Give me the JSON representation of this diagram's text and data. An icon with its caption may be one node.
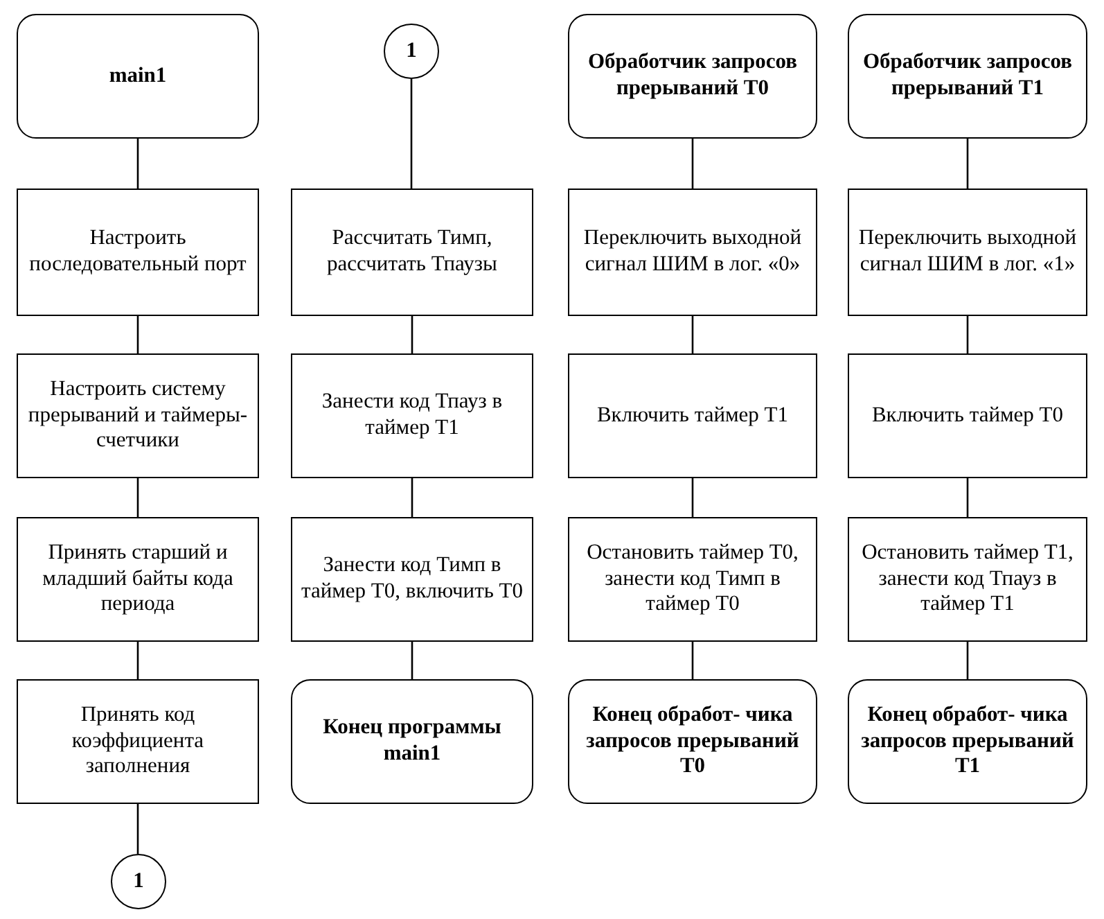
{
  "diagram": {
    "nodes": [
      {
        "text": [
          "main1"
        ]
      },
      {
        "text": [
          "Настроить последовательный порт"
        ]
      },
      {
        "text": [
          "Настроить систему прерываний и таймеры-счетчики"
        ]
      },
      {
        "text": [
          "Принять старший и младший байты кода периода"
        ]
      },
      {
        "text": [
          "Принять код коэффициента заполнения"
        ]
      },
      {
        "text": [
          "1"
        ]
      },
      {
        "text": [
          "1"
        ]
      },
      {
        "text": [
          "Рассчитать Тимп, рассчитать Тпаузы"
        ]
      },
      {
        "text": [
          "Занести код Тпауз в таймер Т1"
        ]
      },
      {
        "text": [
          "Занести код Тимп в таймер Т0, включить Т0"
        ]
      },
      {
        "text": [
          "Конец программы main1"
        ]
      },
      {
        "text": [
          "Обработчик запросов прерываний Т0"
        ]
      },
      {
        "text": [
          "Переключить выходной сигнал ШИМ в лог. «0»"
        ]
      },
      {
        "text": [
          "Включить таймер Т1"
        ]
      },
      {
        "text": [
          "Остановить таймер Т0, занести код Тимп в таймер Т0"
        ]
      },
      {
        "text": [
          "Конец обработ- чика запросов прерываний Т0"
        ]
      },
      {
        "text": [
          "Обработчик запросов прерываний Т1"
        ]
      },
      {
        "text": [
          "Переключить выходной сигнал ШИМ в лог. «1»"
        ]
      },
      {
        "text": [
          "Включить таймер Т0"
        ]
      },
      {
        "text": [
          "Остановить таймер Т1, занести код Тпауз в таймер Т1"
        ]
      },
      {
        "text": [
          "Конец обработ- чика запросов прерываний Т1"
        ]
      }
    ],
    "edges": [
      {
        "from": 0,
        "to": 1,
        "arrow": "none"
      },
      {
        "from": 1,
        "to": 2,
        "arrow": "none"
      },
      {
        "from": 2,
        "to": 3,
        "arrow": "none"
      },
      {
        "from": 3,
        "to": 4,
        "arrow": "none"
      },
      {
        "from": 4,
        "to": 5,
        "arrow": "none"
      },
      {
        "from": 6,
        "to": 7,
        "arrow": "none"
      },
      {
        "from": 7,
        "to": 8,
        "arrow": "none"
      },
      {
        "from": 8,
        "to": 9,
        "arrow": "none"
      },
      {
        "from": 9,
        "to": 10,
        "arrow": "none"
      },
      {
        "from": 11,
        "to": 12,
        "arrow": "none"
      },
      {
        "from": 12,
        "to": 13,
        "arrow": "none"
      },
      {
        "from": 13,
        "to": 14,
        "arrow": "none"
      },
      {
        "from": 14,
        "to": 15,
        "arrow": "none"
      },
      {
        "from": 16,
        "to": 17,
        "arrow": "none"
      },
      {
        "from": 17,
        "to": 18,
        "arrow": "none"
      },
      {
        "from": 18,
        "to": 19,
        "arrow": "none"
      },
      {
        "from": 19,
        "to": 20,
        "arrow": "none"
      }
    ]
  }
}
